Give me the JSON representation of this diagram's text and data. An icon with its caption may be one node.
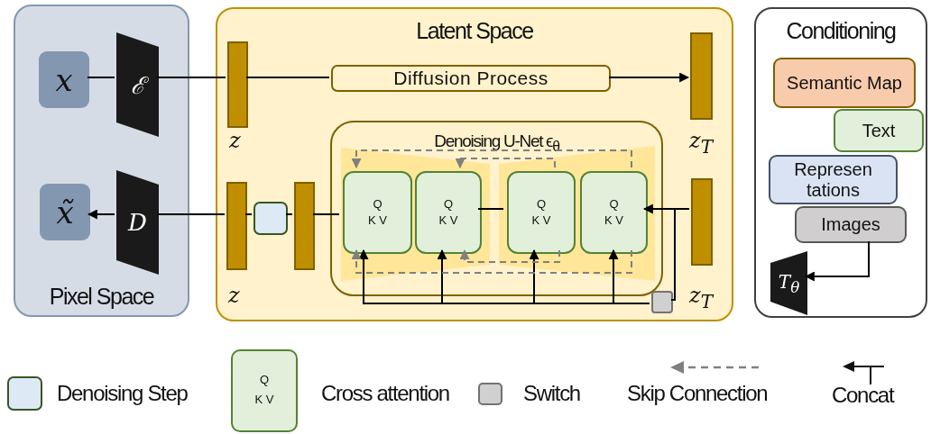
{
  "diagram": {
    "nodes": [
      {
        "text": [
          "Pixel Space"
        ]
      },
      {
        "text": [
          "x"
        ],
        "in": 0
      },
      {
        "text": [
          "ℰ"
        ],
        "in": 0
      },
      {
        "text": [
          "x̃"
        ],
        "in": 0
      },
      {
        "text": [
          "D"
        ],
        "in": 0
      },
      {
        "text": [
          "Latent Space"
        ]
      },
      {
        "text": [],
        "shape": "bar",
        "beside": [
          "z"
        ],
        "in": 5
      },
      {
        "text": [
          "Diffusion Process"
        ],
        "in": 5
      },
      {
        "text": [],
        "shape": "bar",
        "beside": [
          "z$_{T}$"
        ],
        "in": 5
      },
      {
        "text": [],
        "shape": "bar",
        "beside": [
          "z"
        ],
        "in": 5
      },
      {
        "text": [],
        "shape": "box",
        "in": 5
      },
      {
        "text": [],
        "shape": "bar",
        "in": 5
      },
      {
        "text": [
          "Denoising U-Net ϵ$_{θ}$"
        ],
        "in": 5
      },
      {
        "text": [
          "Q",
          "K V"
        ],
        "in": 12
      },
      {
        "text": [
          "Q",
          "K V"
        ],
        "in": 12
      },
      {
        "text": [
          "Q",
          "K V"
        ],
        "in": 12
      },
      {
        "text": [
          "Q",
          "K V"
        ],
        "in": 12
      },
      {
        "text": [],
        "shape": "bar",
        "beside": [
          "z$_{T}$"
        ],
        "in": 5
      },
      {
        "text": [],
        "shape": "box",
        "in": 5
      },
      {
        "text": [
          "Conditioning"
        ]
      },
      {
        "text": [
          "Semantic Map"
        ],
        "in": 19
      },
      {
        "text": [
          "Text"
        ],
        "in": 19
      },
      {
        "text": [
          "Represen tations"
        ],
        "in": 19
      },
      {
        "text": [
          "Images"
        ],
        "in": 19
      },
      {
        "text": [
          "T$_{θ}$"
        ],
        "in": 19
      }
    ],
    "edges": [
      {
        "from": 1,
        "to": 2,
        "arrow": "none"
      },
      {
        "from": 2,
        "to": 6,
        "arrow": "none"
      },
      {
        "from": 6,
        "to": 7,
        "arrow": "none"
      },
      {
        "from": 7,
        "to": 8,
        "arrow": "to"
      },
      {
        "from": 4,
        "to": 3,
        "arrow": "to"
      },
      {
        "from": 9,
        "to": 4,
        "arrow": "none"
      },
      {
        "from": 10,
        "to": 9,
        "arrow": "none"
      },
      {
        "from": 11,
        "to": 10,
        "arrow": "none"
      },
      {
        "from": 13,
        "to": 11,
        "arrow": "none"
      },
      {
        "from": 14,
        "to": 15,
        "arrow": "none"
      },
      {
        "from": 17,
        "to": 16,
        "arrow": "to"
      },
      {
        "from": 17,
        "to": 18,
        "arrow": "none"
      },
      {
        "from": 18,
        "to": 13,
        "arrow": "to"
      },
      {
        "from": 18,
        "to": 14,
        "arrow": "to"
      },
      {
        "from": 18,
        "to": 15,
        "arrow": "to"
      },
      {
        "from": 18,
        "to": 16,
        "arrow": "to"
      },
      {
        "from": 16,
        "to": 13,
        "arrow": "to",
        "style": "dashed",
        "color": "#808080"
      },
      {
        "from": 15,
        "to": 14,
        "arrow": "to",
        "style": "dashed",
        "color": "#808080"
      },
      {
        "from": 15,
        "to": 14,
        "arrow": "to",
        "style": "dashed",
        "color": "#808080"
      },
      {
        "from": 16,
        "to": 13,
        "arrow": "to",
        "style": "dashed",
        "color": "#808080"
      },
      {
        "from": 23,
        "to": 24,
        "arrow": "to"
      }
    ],
    "labels": [
      "Q",
      "K V"
    ],
    "legend": [
      {
        "text": "Denoising Step",
        "color": "#dde9f5"
      },
      {
        "text": "Cross attention",
        "color": "#e2efda"
      },
      {
        "text": "Switch",
        "color": "#d0d0d0"
      },
      {
        "text": "Skip Connection"
      },
      {
        "text": "Concat"
      }
    ]
  }
}
